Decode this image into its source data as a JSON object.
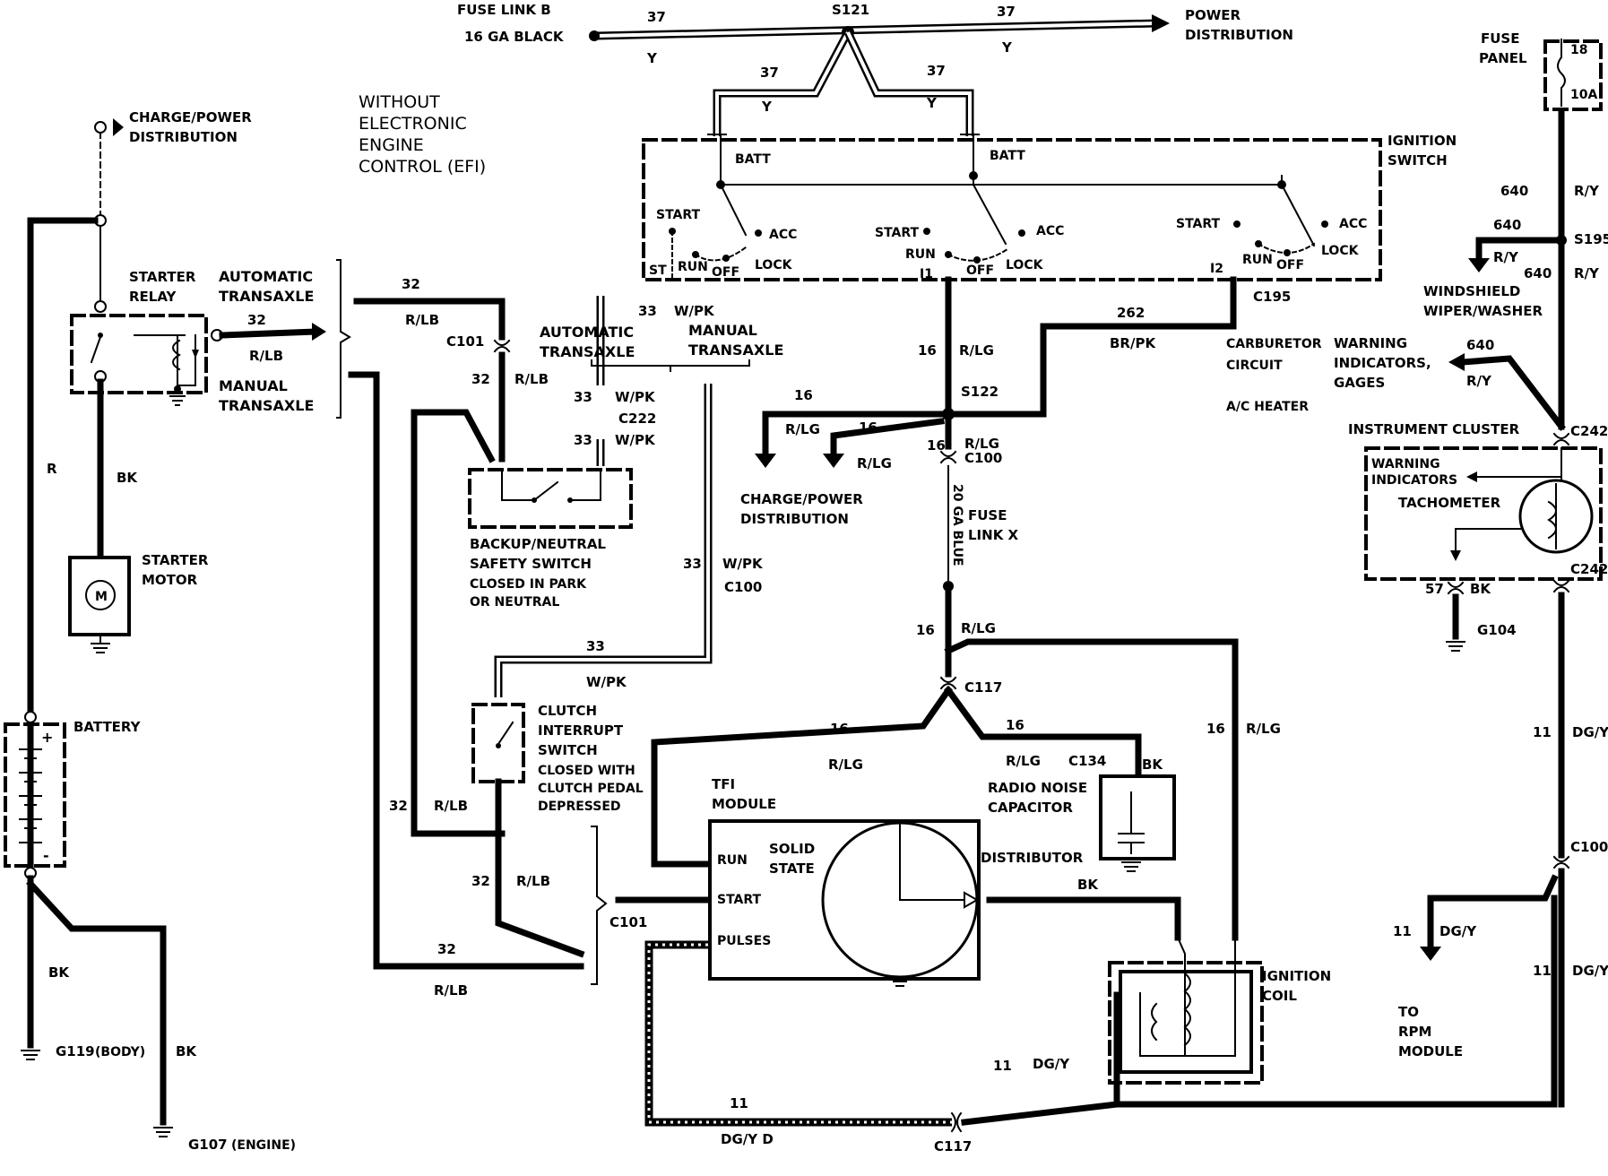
{
  "title_block": {
    "line1": "WITHOUT",
    "line2": "ELECTRONIC",
    "line3": "ENGINE",
    "line4": "CONTROL (EFI)"
  },
  "top": {
    "fuse_link_b": "FUSE LINK B",
    "ga_black": "16 GA BLACK",
    "s121": "S121",
    "power_dist_1": "POWER",
    "power_dist_2": "DISTRIBUTION",
    "w37": "37",
    "y": "Y"
  },
  "ignition_switch": {
    "label1": "IGNITION",
    "label2": "SWITCH",
    "batt": "BATT",
    "start": "START",
    "acc": "ACC",
    "run": "RUN",
    "off": "OFF",
    "lock": "LOCK",
    "st": "ST",
    "i1": "I1",
    "i2": "I2",
    "c195": "C195"
  },
  "left": {
    "charge_power_1": "CHARGE/POWER",
    "charge_power_2": "DISTRIBUTION",
    "starter_relay_1": "STARTER",
    "starter_relay_2": "RELAY",
    "starter_motor_1": "STARTER",
    "starter_motor_2": "MOTOR",
    "motor_m": "M",
    "r": "R",
    "bk": "BK",
    "battery": "BATTERY",
    "plus": "+",
    "minus": "-",
    "g119": "G119",
    "body": "(BODY)",
    "g107": "G107",
    "engine": "(ENGINE)",
    "auto_transaxle_1": "AUTOMATIC",
    "auto_transaxle_2": "TRANSAXLE",
    "manual_transaxle_1": "MANUAL",
    "manual_transaxle_2": "TRANSAXLE",
    "w32": "32",
    "rlb": "R/LB"
  },
  "middle": {
    "c101": "C101",
    "w32": "32",
    "rlb": "R/LB",
    "w33": "33",
    "wpk": "W/PK",
    "c222": "C222",
    "c100": "C100",
    "auto_1": "AUTOMATIC",
    "auto_2": "TRANSAXLE",
    "man_1": "MANUAL",
    "man_2": "TRANSAXLE",
    "backup_1": "BACKUP/NEUTRAL",
    "backup_2": "SAFETY SWITCH",
    "backup_3": "CLOSED IN PARK",
    "backup_4": "OR NEUTRAL",
    "clutch_1": "CLUTCH",
    "clutch_2": "INTERRUPT",
    "clutch_3": "SWITCH",
    "clutch_4": "CLOSED WITH",
    "clutch_5": "CLUTCH PEDAL",
    "clutch_6": "DEPRESSED"
  },
  "center": {
    "w16": "16",
    "rlg": "R/LG",
    "s122": "S122",
    "w262": "262",
    "brpk": "BR/PK",
    "carb": "CARBURETOR",
    "circuit": "CIRCUIT",
    "ac_heater": "A/C HEATER",
    "charge_1": "CHARGE/POWER",
    "charge_2": "DISTRIBUTION",
    "c100": "C100",
    "ga_blue": "20 GA BLUE",
    "fuse_x_1": "FUSE",
    "fuse_x_2": "LINK X",
    "c117": "C117",
    "c134": "C134",
    "bk": "BK",
    "radio_1": "RADIO NOISE",
    "radio_2": "CAPACITOR",
    "tfi_1": "TFI",
    "tfi_2": "MODULE",
    "run": "RUN",
    "start": "START",
    "pulses": "PULSES",
    "solid_1": "SOLID",
    "solid_2": "STATE",
    "distributor": "DISTRIBUTOR",
    "c101": "C101",
    "ign_coil_1": "IGNITION",
    "ign_coil_2": "COIL",
    "w11": "11",
    "dgy": "DG/Y",
    "dgy_d": "DG/Y D",
    "c117b": "C117"
  },
  "right": {
    "fuse_panel_1": "FUSE",
    "fuse_panel_2": "PANEL",
    "f18": "18",
    "f10a": "10A",
    "w640": "640",
    "ry": "R/Y",
    "s195": "S195",
    "wiper_1": "WINDSHIELD",
    "wiper_2": "WIPER/WASHER",
    "warn_1": "WARNING",
    "warn_2": "INDICATORS,",
    "warn_3": "GAGES",
    "cluster": "INSTRUMENT CLUSTER",
    "c242": "C242",
    "warn_ind_1": "WARNING",
    "warn_ind_2": "INDICATORS",
    "tach": "TACHOMETER",
    "w57": "57",
    "bk": "BK",
    "g104": "G104",
    "w11": "11",
    "dgy": "DG/Y",
    "c100": "C100",
    "to_rpm_1": "TO",
    "to_rpm_2": "RPM",
    "to_rpm_3": "MODULE"
  }
}
